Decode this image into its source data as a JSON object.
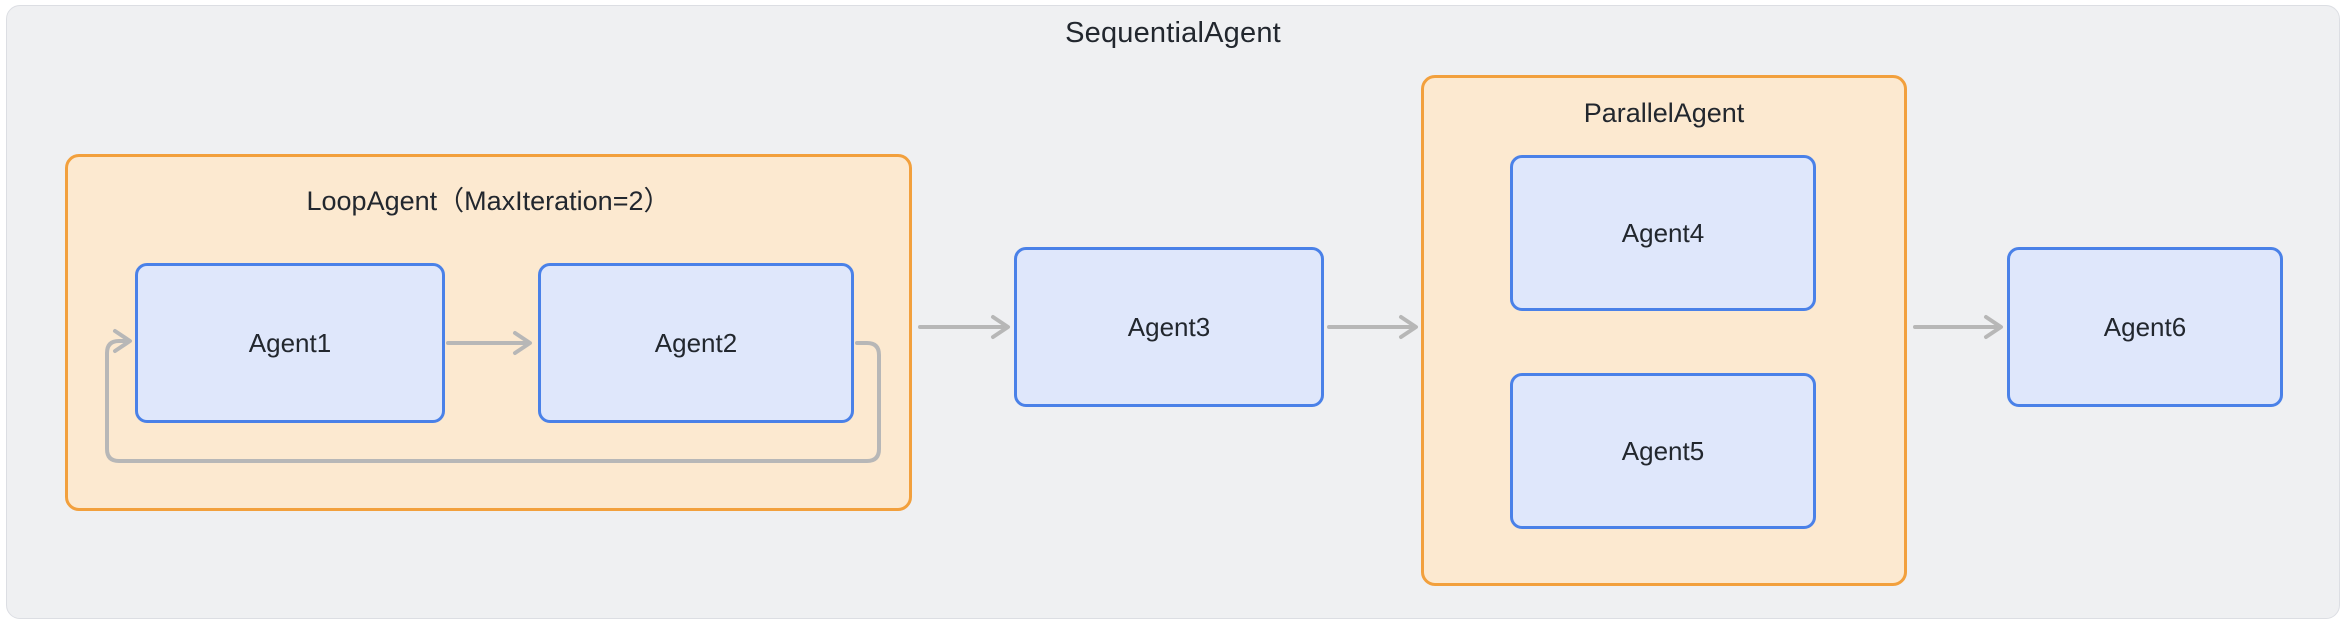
{
  "diagram": {
    "title": "SequentialAgent",
    "groups": [
      {
        "id": "loop",
        "label": "LoopAgent（MaxIteration=2）"
      },
      {
        "id": "parallel",
        "label": "ParallelAgent"
      }
    ],
    "nodes": [
      {
        "id": "agent1",
        "label": "Agent1"
      },
      {
        "id": "agent2",
        "label": "Agent2"
      },
      {
        "id": "agent3",
        "label": "Agent3"
      },
      {
        "id": "agent4",
        "label": "Agent4"
      },
      {
        "id": "agent5",
        "label": "Agent5"
      },
      {
        "id": "agent6",
        "label": "Agent6"
      }
    ],
    "edges": [
      {
        "from": "agent1",
        "to": "agent2",
        "kind": "arrow"
      },
      {
        "from": "agent2",
        "to": "agent1",
        "kind": "loop-back-arrow"
      },
      {
        "from": "loop",
        "to": "agent3",
        "kind": "arrow"
      },
      {
        "from": "agent3",
        "to": "parallel",
        "kind": "arrow"
      },
      {
        "from": "parallel",
        "to": "agent6",
        "kind": "arrow"
      }
    ],
    "colors": {
      "canvas_background": "#ffffff",
      "container_background": "#eff0f2",
      "container_border": "#dcdee3",
      "group_background": "#fce9d0",
      "group_border": "#f2a03d",
      "node_background": "#dfe7fb",
      "node_border": "#4a81e8",
      "edge": "#b7b7b7",
      "text": "#22272e"
    }
  }
}
